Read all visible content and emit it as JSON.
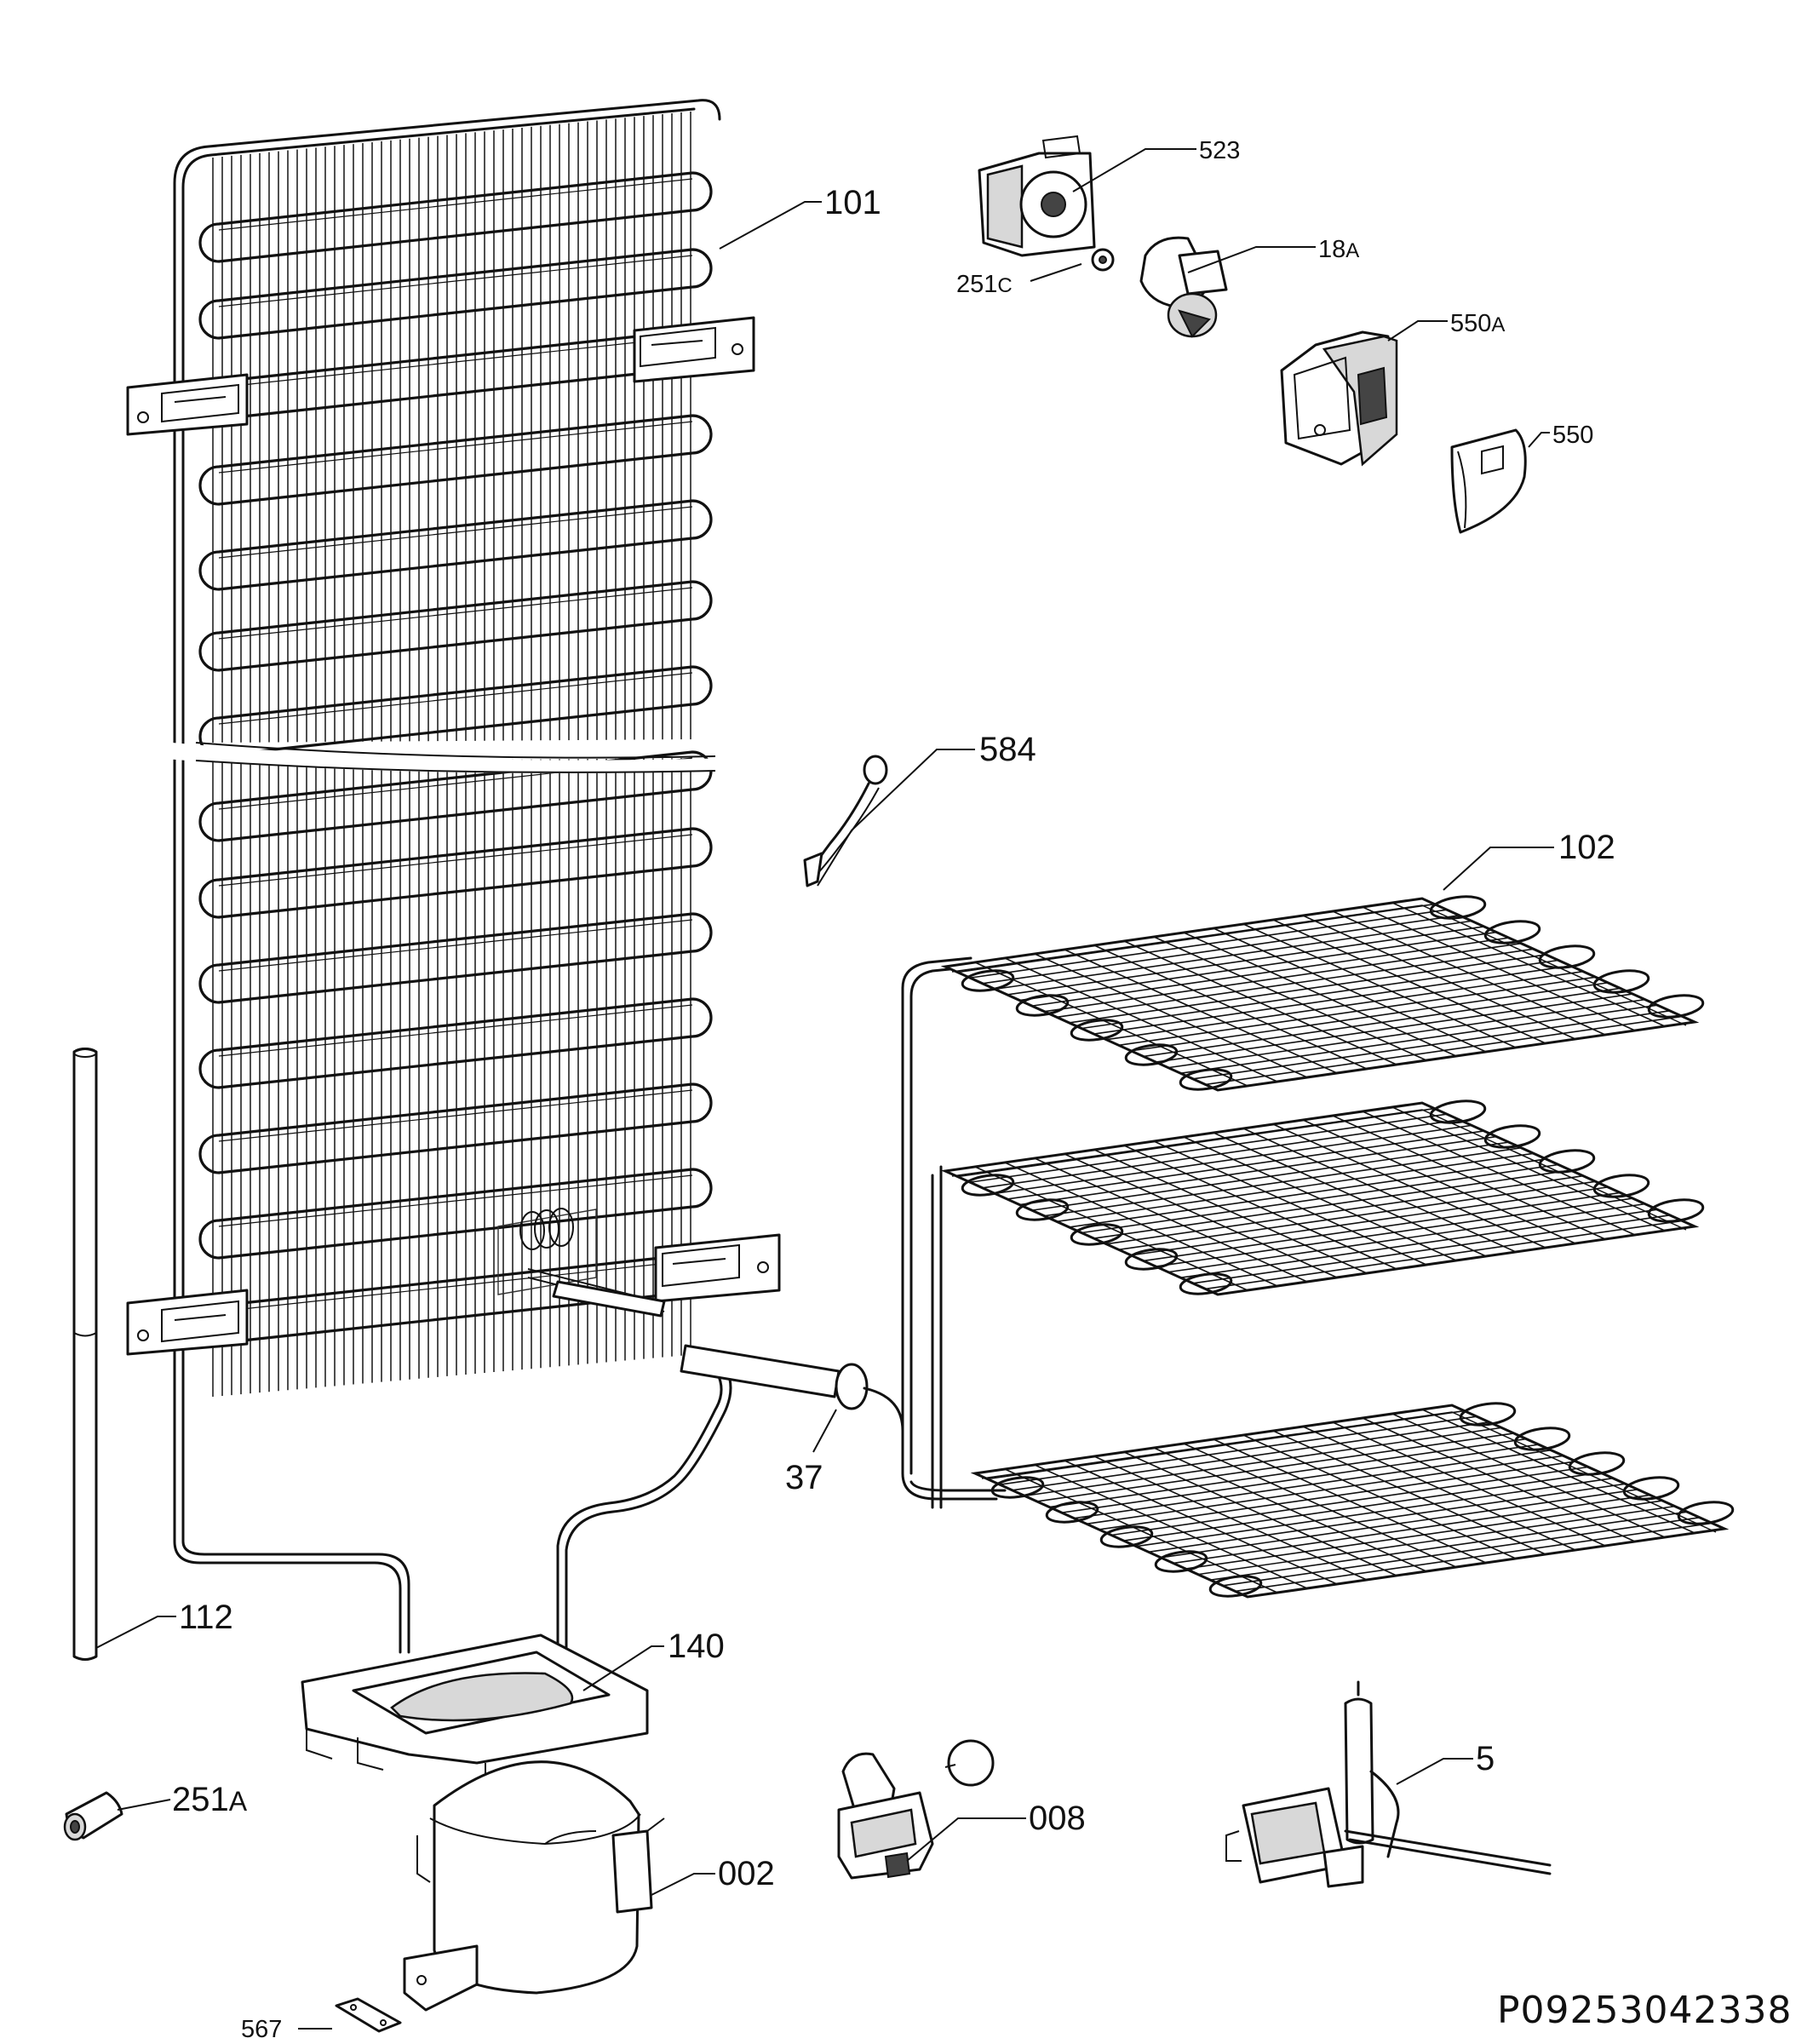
{
  "document_id": "P09253042338",
  "parts": [
    {
      "id": "p101",
      "label": "101"
    },
    {
      "id": "p523",
      "label": "523"
    },
    {
      "id": "p18a",
      "label": "18",
      "suffix": "A"
    },
    {
      "id": "p251c",
      "label": "251",
      "suffix": "C"
    },
    {
      "id": "p550a",
      "label": "550",
      "suffix": "A"
    },
    {
      "id": "p550",
      "label": "550"
    },
    {
      "id": "p584",
      "label": "584"
    },
    {
      "id": "p102",
      "label": "102"
    },
    {
      "id": "p37",
      "label": "37"
    },
    {
      "id": "p112",
      "label": "112"
    },
    {
      "id": "p140",
      "label": "140"
    },
    {
      "id": "p251a",
      "label": "251",
      "suffix": "A"
    },
    {
      "id": "p008",
      "label": "008"
    },
    {
      "id": "p002",
      "label": "002"
    },
    {
      "id": "p5",
      "label": "5"
    },
    {
      "id": "p567",
      "label": "567"
    }
  ]
}
